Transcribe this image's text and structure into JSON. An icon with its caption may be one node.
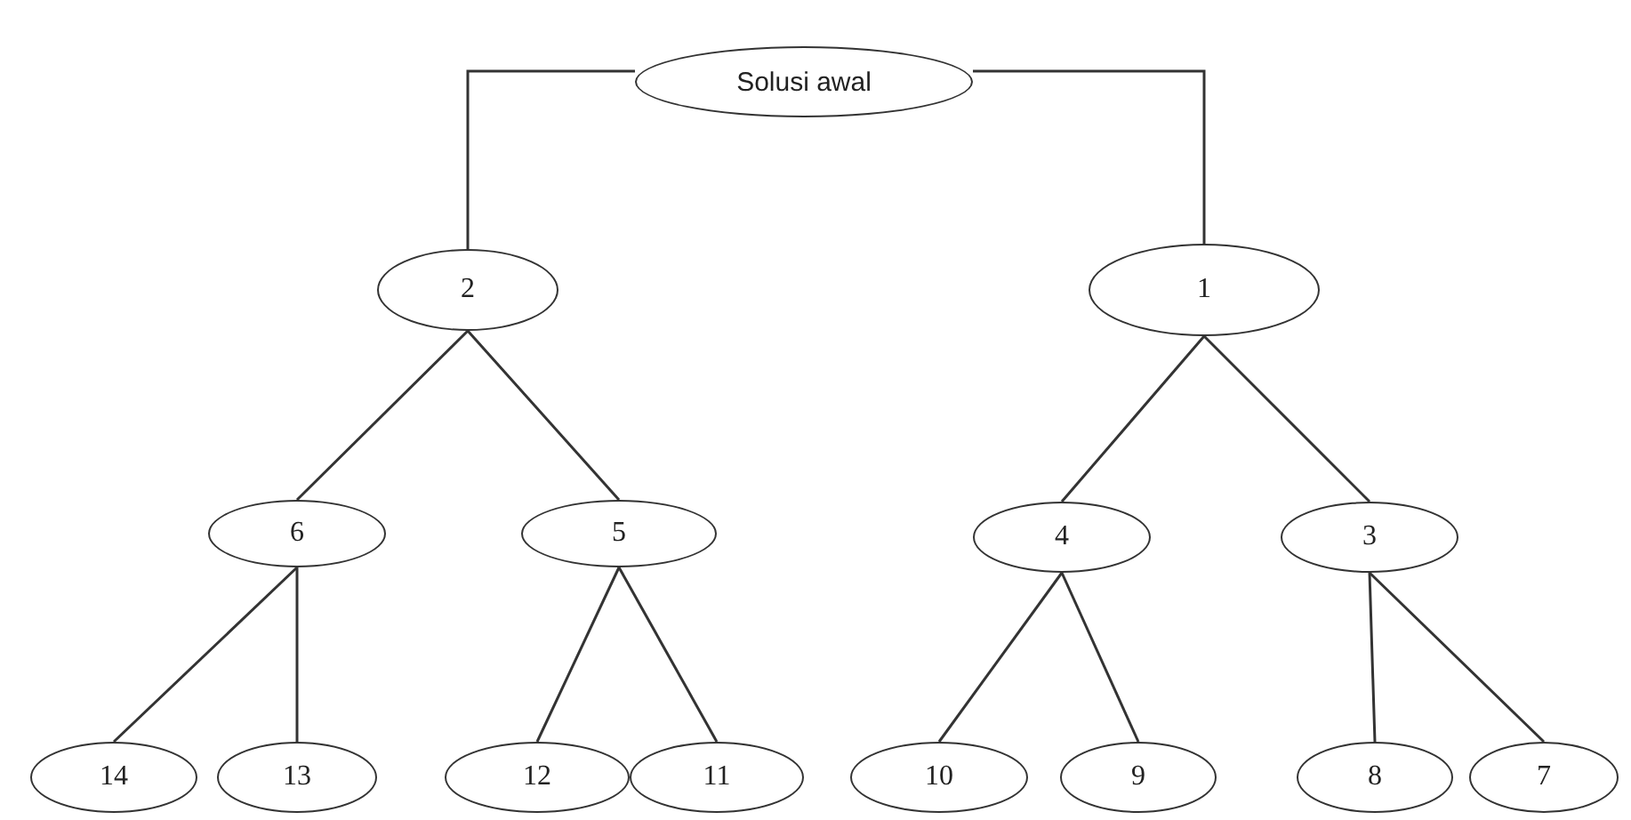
{
  "diagram": {
    "nodes": [
      {
        "text": [
          "Solusi awal"
        ]
      },
      {
        "text": [
          "2"
        ]
      },
      {
        "text": [
          "1"
        ]
      },
      {
        "text": [
          "6"
        ]
      },
      {
        "text": [
          "5"
        ]
      },
      {
        "text": [
          "4"
        ]
      },
      {
        "text": [
          "3"
        ]
      },
      {
        "text": [
          "14"
        ]
      },
      {
        "text": [
          "13"
        ]
      },
      {
        "text": [
          "12"
        ]
      },
      {
        "text": [
          "11"
        ]
      },
      {
        "text": [
          "10"
        ]
      },
      {
        "text": [
          "9"
        ]
      },
      {
        "text": [
          "8"
        ]
      },
      {
        "text": [
          "7"
        ]
      }
    ],
    "edges": [
      {
        "from": 0,
        "to": 1,
        "arrow": "none"
      },
      {
        "from": 0,
        "to": 2,
        "arrow": "none"
      },
      {
        "from": 1,
        "to": 3,
        "arrow": "none"
      },
      {
        "from": 1,
        "to": 4,
        "arrow": "none"
      },
      {
        "from": 2,
        "to": 5,
        "arrow": "none"
      },
      {
        "from": 2,
        "to": 6,
        "arrow": "none"
      },
      {
        "from": 3,
        "to": 7,
        "arrow": "none"
      },
      {
        "from": 3,
        "to": 8,
        "arrow": "none"
      },
      {
        "from": 4,
        "to": 9,
        "arrow": "none"
      },
      {
        "from": 4,
        "to": 10,
        "arrow": "none"
      },
      {
        "from": 5,
        "to": 11,
        "arrow": "none"
      },
      {
        "from": 5,
        "to": 12,
        "arrow": "none"
      },
      {
        "from": 6,
        "to": 13,
        "arrow": "none"
      },
      {
        "from": 6,
        "to": 14,
        "arrow": "none"
      }
    ]
  }
}
